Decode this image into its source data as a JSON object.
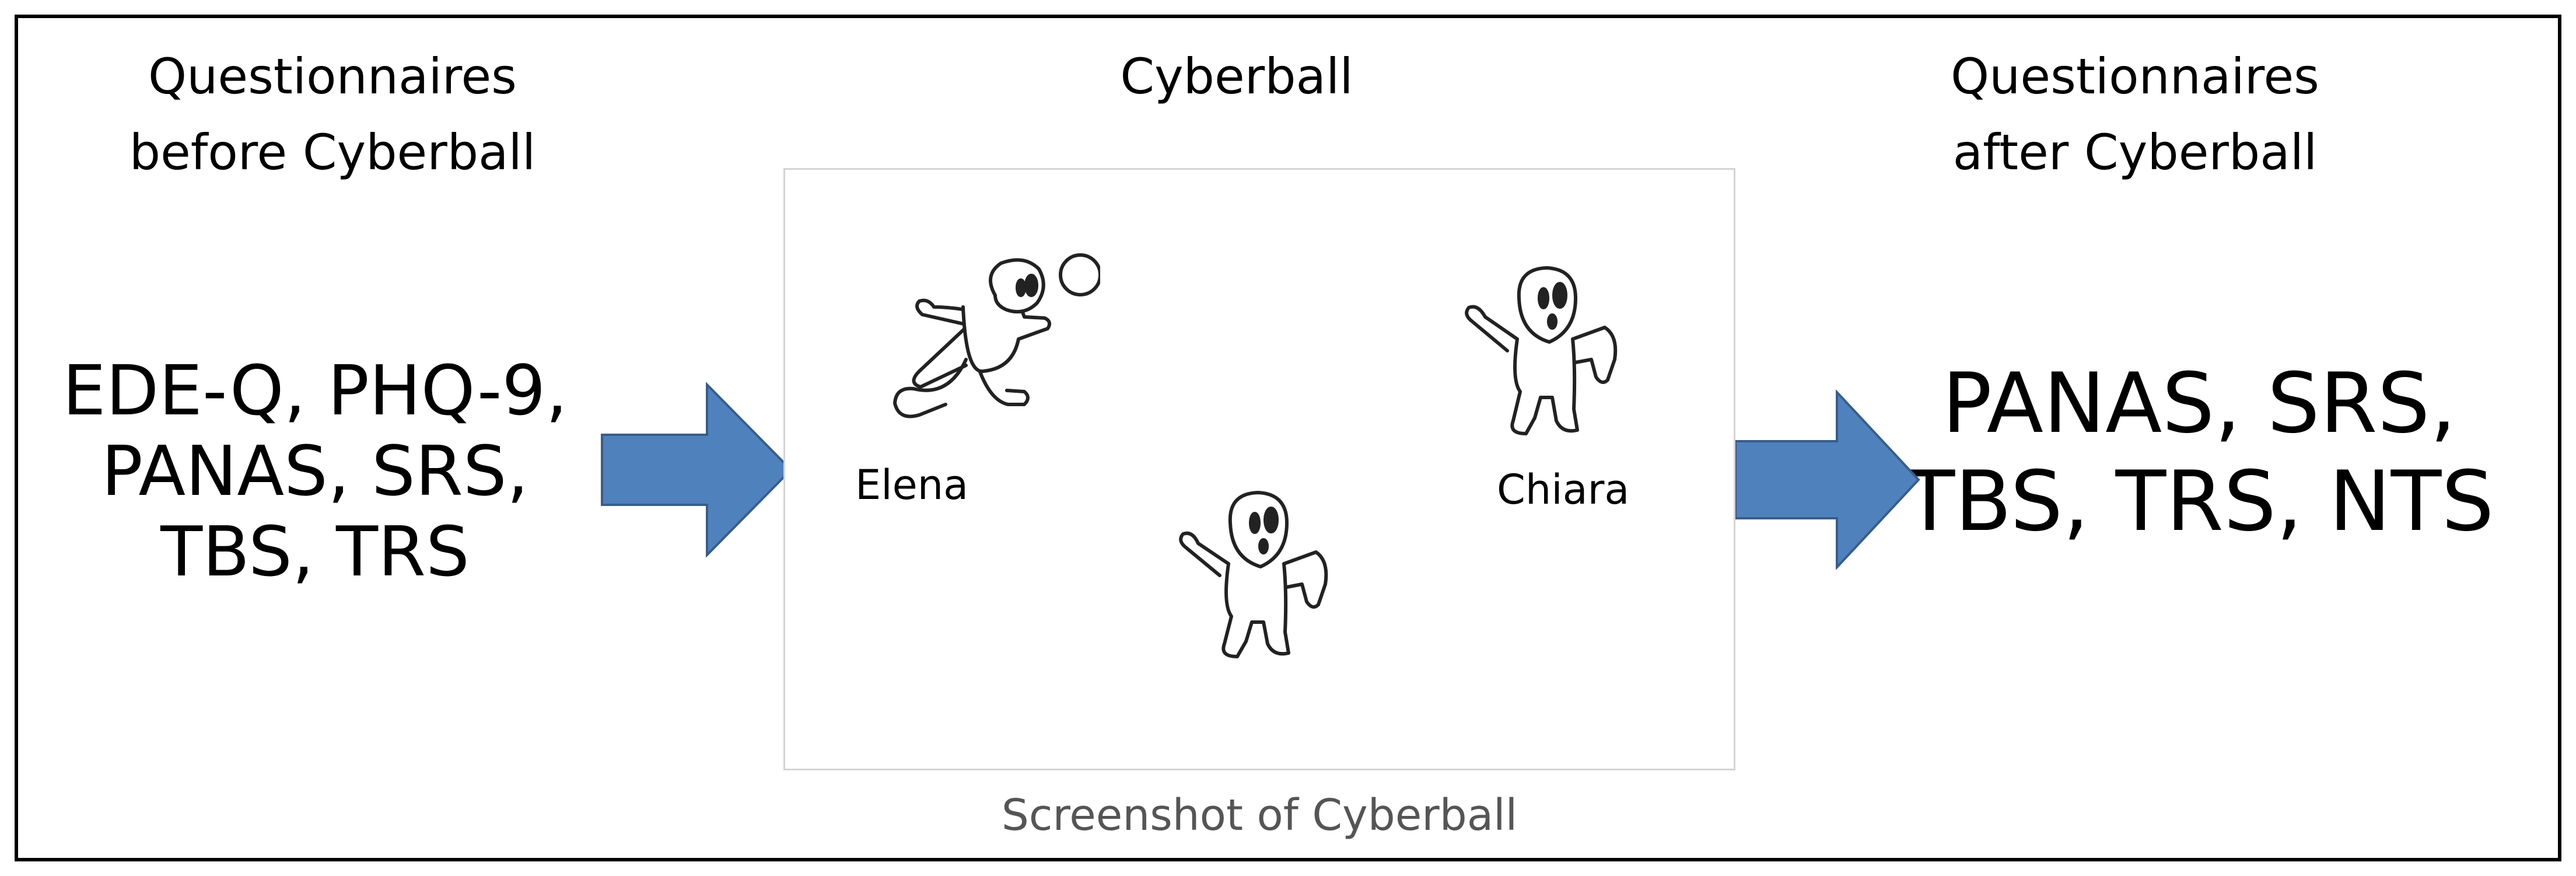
{
  "left_column": {
    "title_lines": [
      "Questionnaires",
      "before Cyberball"
    ],
    "measure_lines": [
      "EDE-Q, PHQ-9,",
      "PANAS, SRS,",
      "TBS, TRS"
    ]
  },
  "center_column": {
    "title": "Cyberball",
    "players": {
      "left_name": "Elena",
      "right_name": "Chiara"
    },
    "caption": "Screenshot of Cyberball"
  },
  "right_column": {
    "title_lines": [
      "Questionnaires",
      "after Cyberball"
    ],
    "measure_lines": [
      "PANAS, SRS,",
      "TBS, TRS, NTS"
    ]
  },
  "colors": {
    "arrow_fill": "#4f81bd",
    "arrow_stroke": "#385d8a",
    "screenshot_border": "#d4d4d4",
    "caption_text": "#555555"
  }
}
